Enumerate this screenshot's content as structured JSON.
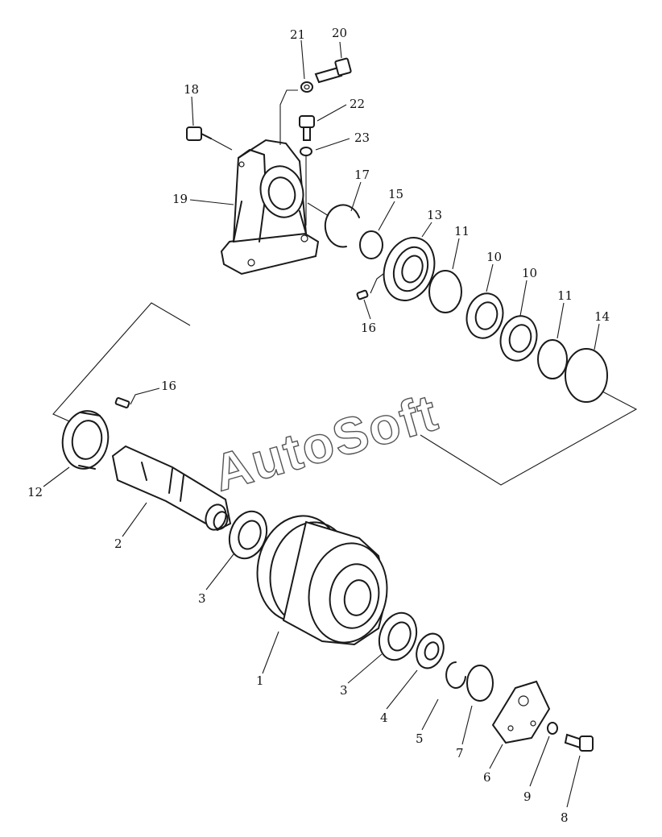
{
  "watermark": "AutoSoft",
  "callouts": [
    "1",
    "2",
    "3",
    "3",
    "4",
    "5",
    "6",
    "7",
    "8",
    "9",
    "10",
    "10",
    "11",
    "11",
    "12",
    "13",
    "14",
    "15",
    "16",
    "16",
    "17",
    "18",
    "19",
    "20",
    "21",
    "22",
    "23"
  ]
}
